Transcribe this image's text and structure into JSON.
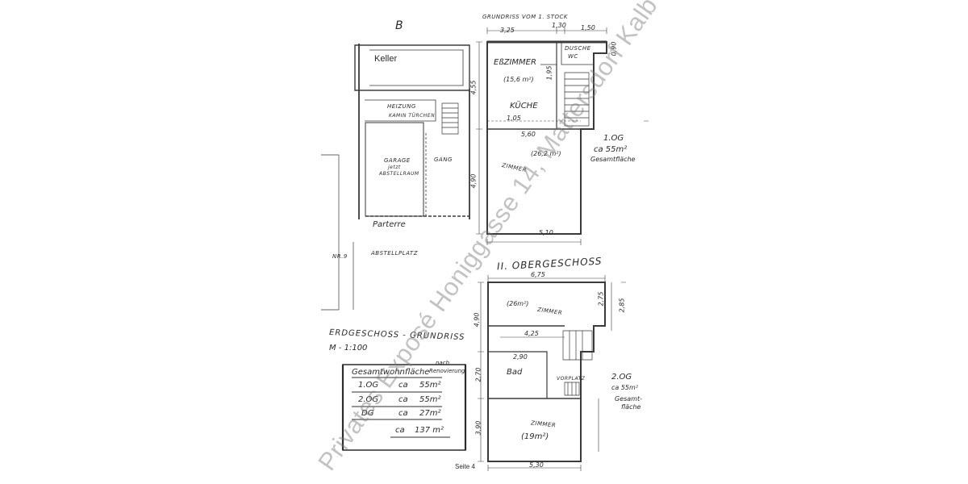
{
  "page": {
    "label": "Seite 4"
  },
  "watermark": "Privates Exposé Honiggasse 14, Mattersdorf Kalb",
  "groundfloor": {
    "corner_mark": "B",
    "keller": "Keller",
    "heizung": "HEIZUNG",
    "heizung_sub": "KAMIN TÜRCHEN",
    "garage": "GARAGE",
    "garage_sub1": "jetzt",
    "garage_sub2": "ABSTELLRAUM",
    "gang": "GANG",
    "parterre": "Parterre",
    "abstellplatz": "ABSTELLPLATZ",
    "nr": "NR.9",
    "title_line1": "ERDGESCHOSS - GRUNDRISS",
    "title_line2": "M - 1:100"
  },
  "first_floor": {
    "header": "GRUNDRISS VOM 1. STOCK",
    "dims": {
      "d1": "3,25",
      "d2": "1,30",
      "d3": "1,50",
      "d4": "4,55",
      "d5": "1,05",
      "d6": "5,60",
      "d7": "4,90",
      "d8": "5,10",
      "d9": "1,95",
      "d10": "0,90"
    },
    "esszimmer": "EßZIMMER",
    "esszimmer_area": "(15,6 m²)",
    "dusche": "DUSCHE",
    "wc": "WC",
    "kueche": "KÜCHE",
    "zimmer": "ZIMMER",
    "zimmer_area": "(26,2 m²)",
    "level": "1.OG",
    "area": "ca 55m²",
    "area_label": "Gesamtfläche"
  },
  "second_floor": {
    "header": "II. OBERGESCHOSS",
    "dims": {
      "d1": "6,75",
      "d2": "4,25",
      "d3": "2,90",
      "d4": "2,75",
      "d5": "5,30",
      "d6": "4,90",
      "d7": "2,70",
      "d8": "3,90",
      "d9": "2,85"
    },
    "zimmer1_area": "(26m²)",
    "zimmer1": "ZIMMER",
    "bad": "Bad",
    "vorplatz": "VORPLATZ",
    "zimmer2": "ZIMMER",
    "zimmer2_area": "(19m²)",
    "level": "2.OG",
    "area": "ca 55m²",
    "area_label1": "Gesamt-",
    "area_label2": "fläche"
  },
  "totals_table": {
    "header": "Gesamtwohnfläche",
    "header_note1": "nach",
    "header_note2": "Renovierung",
    "rows": [
      {
        "level": "1.OG",
        "ca": "ca",
        "area": "55m²"
      },
      {
        "level": "2.OG",
        "ca": "ca",
        "area": "55m²"
      },
      {
        "level": "DG",
        "ca": "ca",
        "area": "27m²"
      },
      {
        "level": "",
        "ca": "ca",
        "area": "137 m²"
      }
    ]
  }
}
